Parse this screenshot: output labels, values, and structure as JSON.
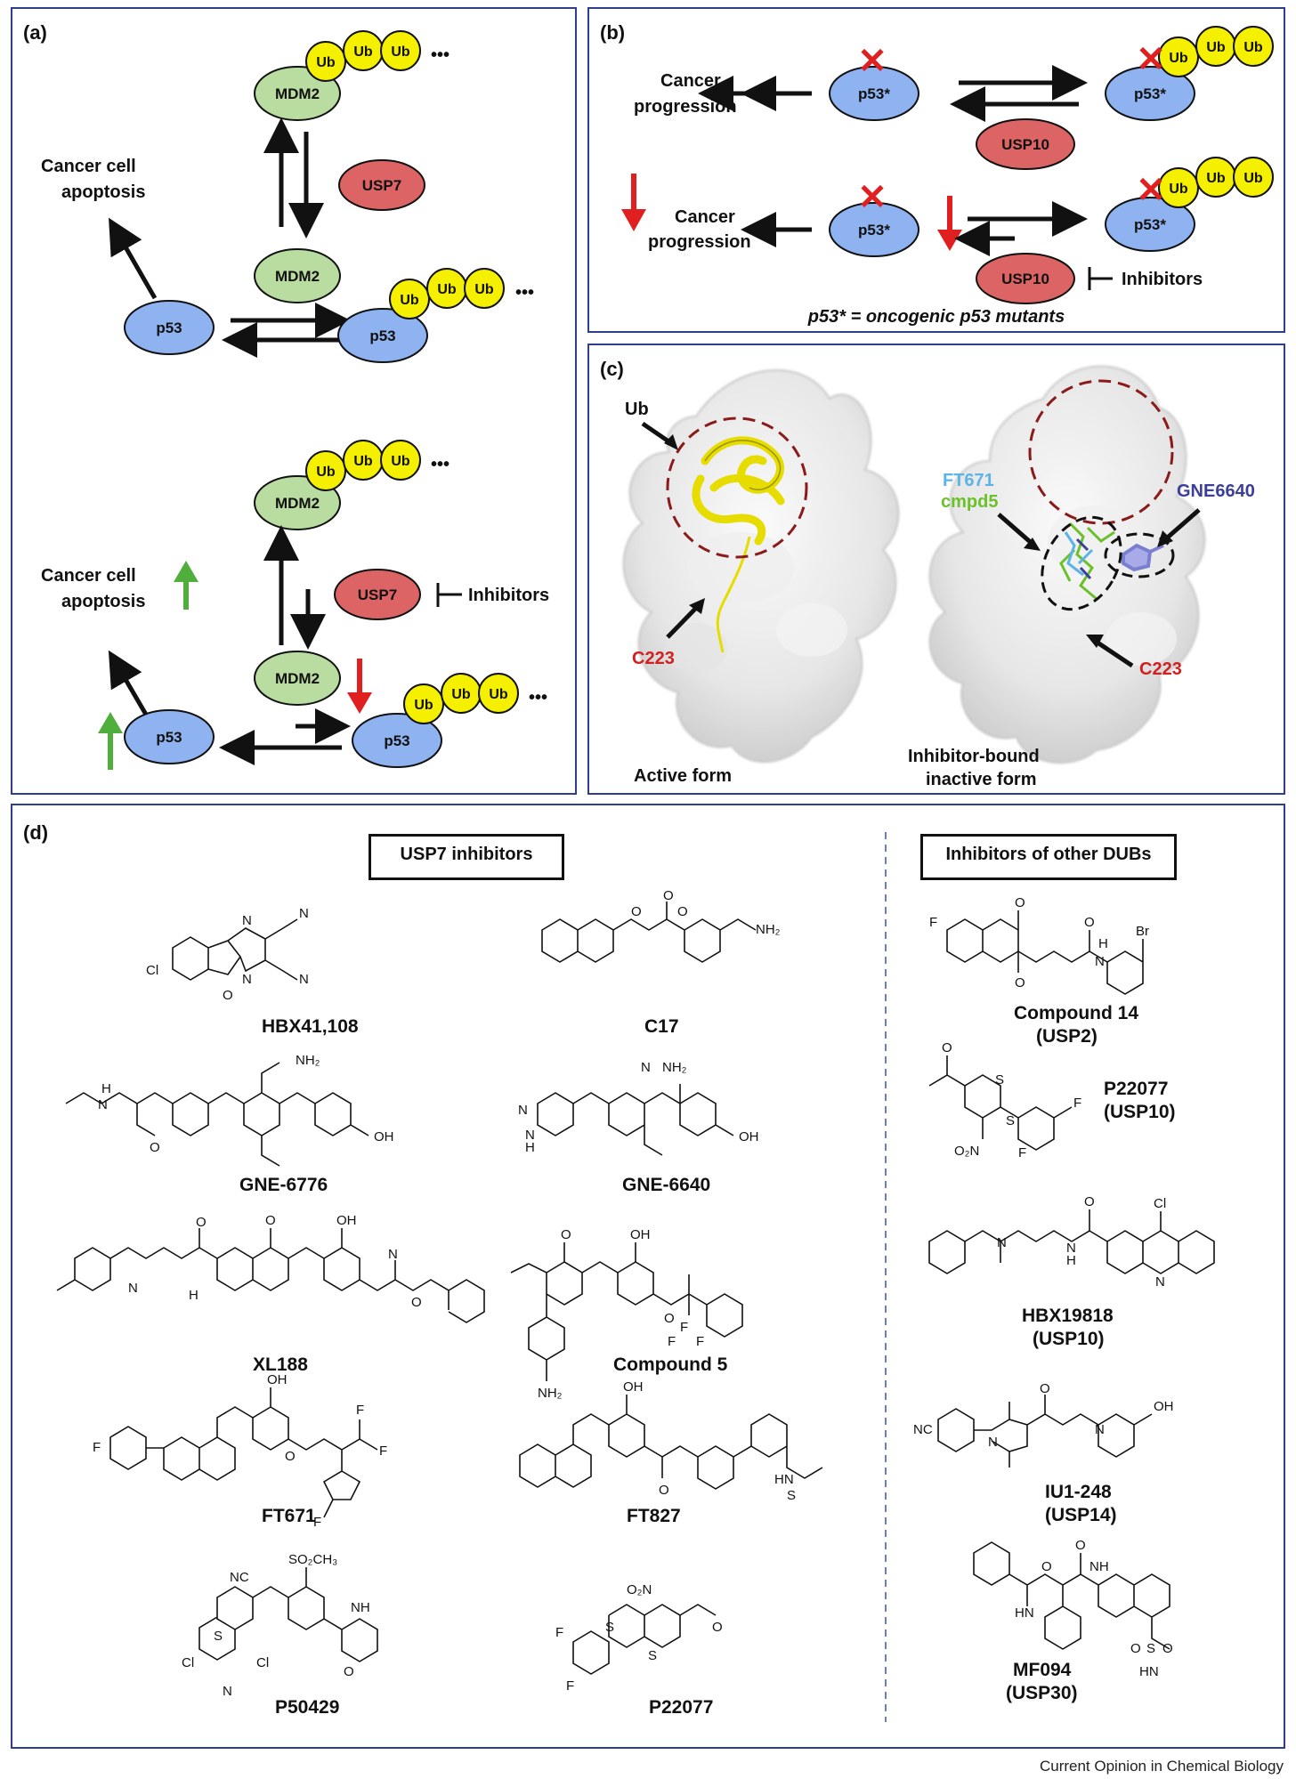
{
  "figure": {
    "credit": "Current Opinion in Chemical Biology"
  },
  "panel_a": {
    "label": "(a)",
    "mdm2": "MDM2",
    "usp7": "USP7",
    "p53": "p53",
    "ub": "Ub",
    "ellipsis": "•••",
    "apoptosis_line1": "Cancer cell",
    "apoptosis_line2": "apoptosis",
    "inhibitors": "Inhibitors"
  },
  "panel_b": {
    "label": "(b)",
    "p53_mut": "p53*",
    "usp10": "USP10",
    "progression_line1": "Cancer",
    "progression_line2": "progression",
    "inhibitors": "Inhibitors",
    "footnote": "p53* = oncogenic p53 mutants"
  },
  "panel_c": {
    "label": "(c)",
    "ub": "Ub",
    "c223": "C223",
    "ft671": "FT671",
    "cmpd5": "cmpd5",
    "gne6640": "GNE6640",
    "active_form": "Active form",
    "inactive_line1": "Inhibitor-bound",
    "inactive_line2": "inactive form"
  },
  "panel_d": {
    "label": "(d)",
    "usp7_title": "USP7 inhibitors",
    "other_title": "Inhibitors of other DUBs",
    "usp7_compounds": [
      "HBX41,108",
      "C17",
      "GNE-6776",
      "GNE-6640",
      "XL188",
      "Compound 5",
      "FT671",
      "FT827",
      "P50429",
      "P22077"
    ],
    "other_compounds": [
      {
        "name": "Compound 14",
        "target": "(USP2)"
      },
      {
        "name": "P22077",
        "target": "(USP10)"
      },
      {
        "name": "HBX19818",
        "target": "(USP10)"
      },
      {
        "name": "IU1-248",
        "target": "(USP14)"
      },
      {
        "name": "MF094",
        "target": "(USP30)"
      }
    ],
    "atoms": {
      "N": "N",
      "O": "O",
      "Cl": "Cl",
      "F": "F",
      "S": "S",
      "Br": "Br",
      "NH": "NH",
      "NH2": "NH₂",
      "OH": "OH",
      "H": "H",
      "HN": "HN",
      "CF3": "F",
      "SO2CH3": "SO₂CH₃",
      "NC": "NC",
      "O2N": "O₂N",
      "NO2": "O₂N"
    }
  },
  "colors": {
    "panel_border": "#2e3e8c",
    "p53": "#8fb3f0",
    "mdm2": "#b9dca0",
    "usp": "#dc6464",
    "ub": "#f5f000",
    "red_arrow": "#e02020",
    "green_arrow": "#4fae3c",
    "ft671": "#5ab4e6",
    "cmpd5": "#6cc02a",
    "gne6640": "#3b3f9a",
    "c223": "#d02020",
    "dash_circle": "#8b1a1a"
  }
}
